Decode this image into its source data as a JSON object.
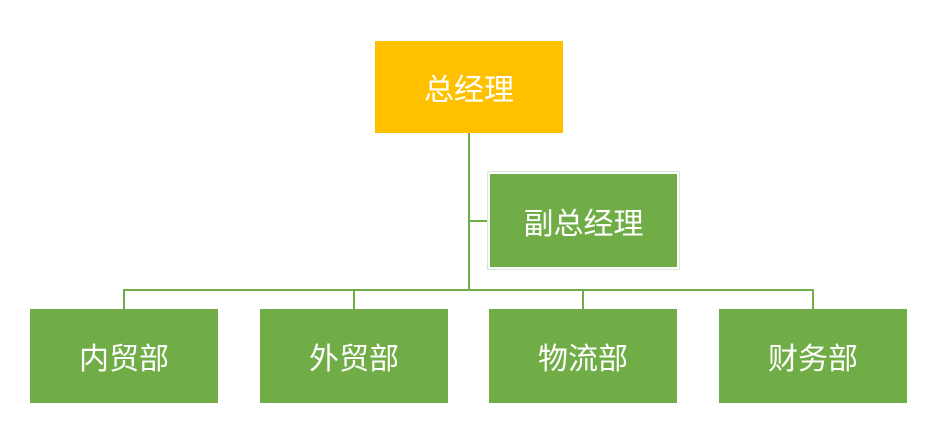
{
  "colors": {
    "top_box": "#ffc000",
    "green_box": "#70ad47",
    "connector": "#70ad47",
    "text": "#ffffff"
  },
  "org_chart": {
    "top": {
      "label": "总经理"
    },
    "assistant": {
      "label": "副总经理"
    },
    "departments": [
      {
        "label": "内贸部"
      },
      {
        "label": "外贸部"
      },
      {
        "label": "物流部"
      },
      {
        "label": "财务部"
      }
    ]
  }
}
